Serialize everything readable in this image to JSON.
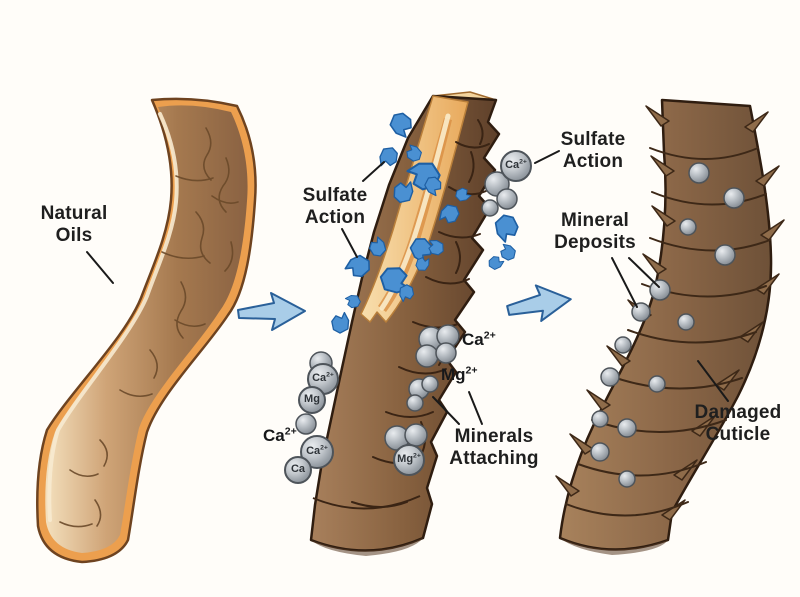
{
  "labels": {
    "natural_oils": {
      "l1": "Natural",
      "l2": "Oils"
    },
    "sulfate_action_left": {
      "l1": "Sulfate",
      "l2": "Action"
    },
    "sulfate_action_right": {
      "l1": "Sulfate",
      "l2": "Action"
    },
    "mineral_deposits": {
      "l1": "Mineral",
      "l2": "Deposits"
    },
    "minerals_attaching": {
      "l1": "Minerals",
      "l2": "Attaching"
    },
    "damaged_cuticle": {
      "l1": "Damaged",
      "l2": "Cuticle"
    }
  },
  "ions": {
    "floating": [
      {
        "base": "Ca",
        "sup": "2+"
      },
      {
        "base": "Mg",
        "sup": "2+"
      },
      {
        "base": "Ca",
        "sup": "2+"
      }
    ],
    "spheres": [
      {
        "base": "Ca",
        "sup": "2+"
      },
      {
        "base": "Mg",
        "sup": ""
      },
      {
        "base": "Ca",
        "sup": "2+"
      },
      {
        "base": "Ca",
        "sup": ""
      },
      {
        "base": "Ca",
        "sup": "2+"
      },
      {
        "base": "Mg",
        "sup": "2+"
      }
    ]
  },
  "colors": {
    "background": "#fffdf9",
    "sulfate_particle_fill": "#4a90d2",
    "sulfate_particle_stroke": "#1e5fa3",
    "arrow_fill": "#a9cde8",
    "arrow_stroke": "#2a6099",
    "natural_oil_orange": "#ec9f4e",
    "hair_brown": "#8a6247",
    "mineral_sphere_gray": "#aab0b6",
    "label_text": "#1f1f1f"
  }
}
